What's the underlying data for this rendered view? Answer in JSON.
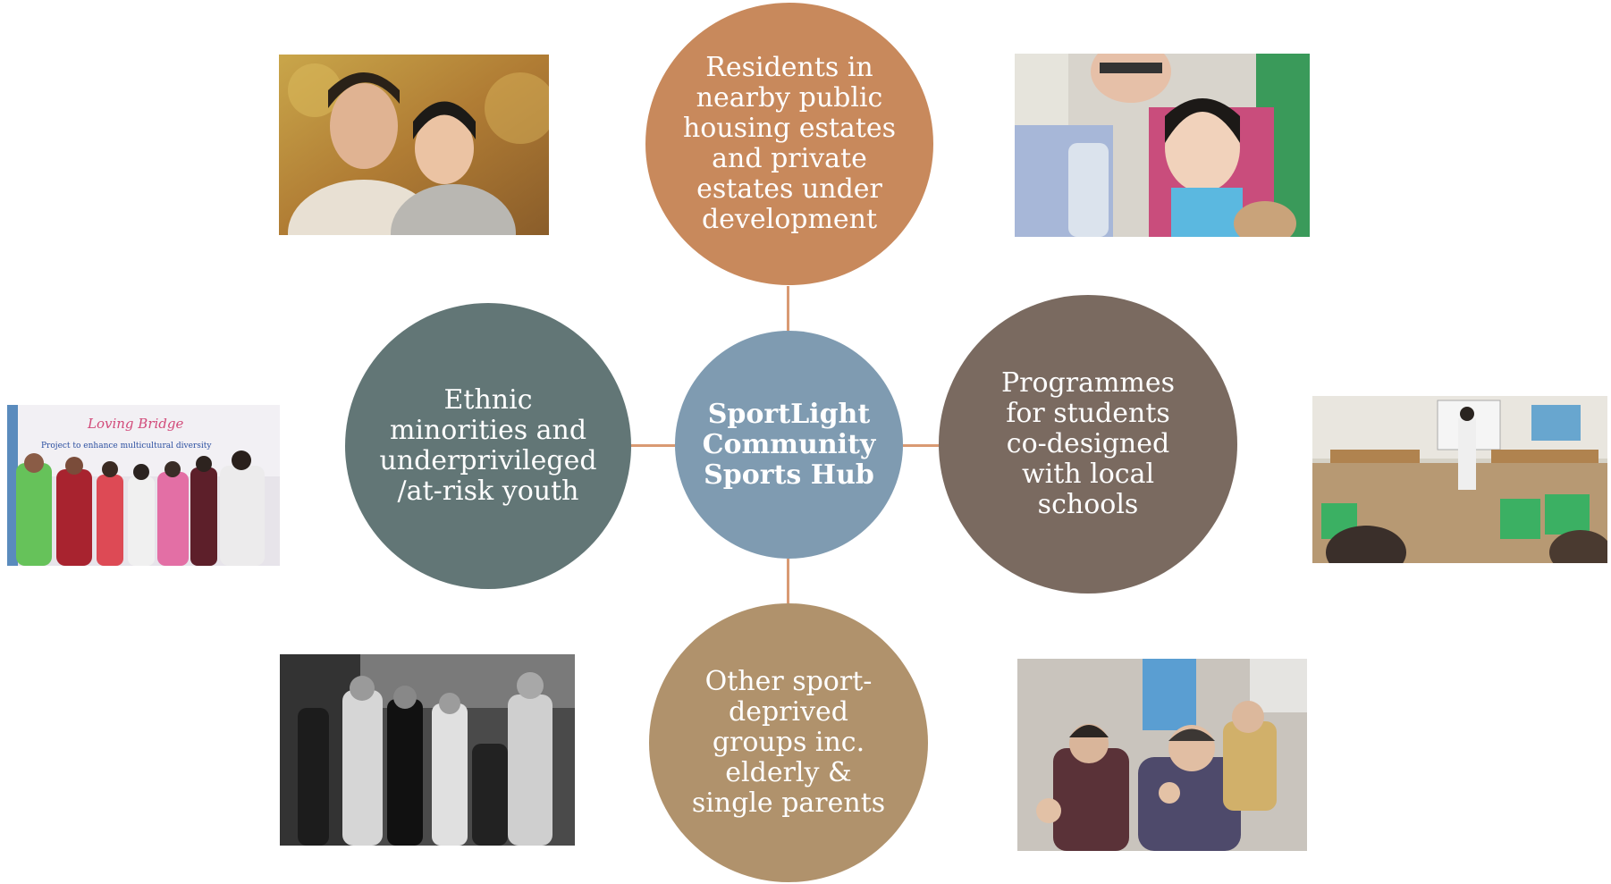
{
  "colors": {
    "top": "#c8895c",
    "left": "#627676",
    "right": "#7a6a60",
    "bottom": "#b0926c",
    "hub": "#7f9bb1",
    "connector": "#d99a73"
  },
  "hub": {
    "label": "SportLight Community Sports Hub"
  },
  "nodes": {
    "top": {
      "label": "Residents in nearby public housing estates and private estates under development"
    },
    "left": {
      "label": "Ethnic minorities and underprivileged /at-risk youth"
    },
    "right": {
      "label": "Programmes for students co-designed with local schools"
    },
    "bottom": {
      "label": "Other sport-deprived groups inc. elderly & single parents"
    }
  },
  "photos": {
    "top_left": {
      "banner_text": "Loving Bridge",
      "banner_subtext": "Project to enhance multicultural diversity"
    }
  }
}
